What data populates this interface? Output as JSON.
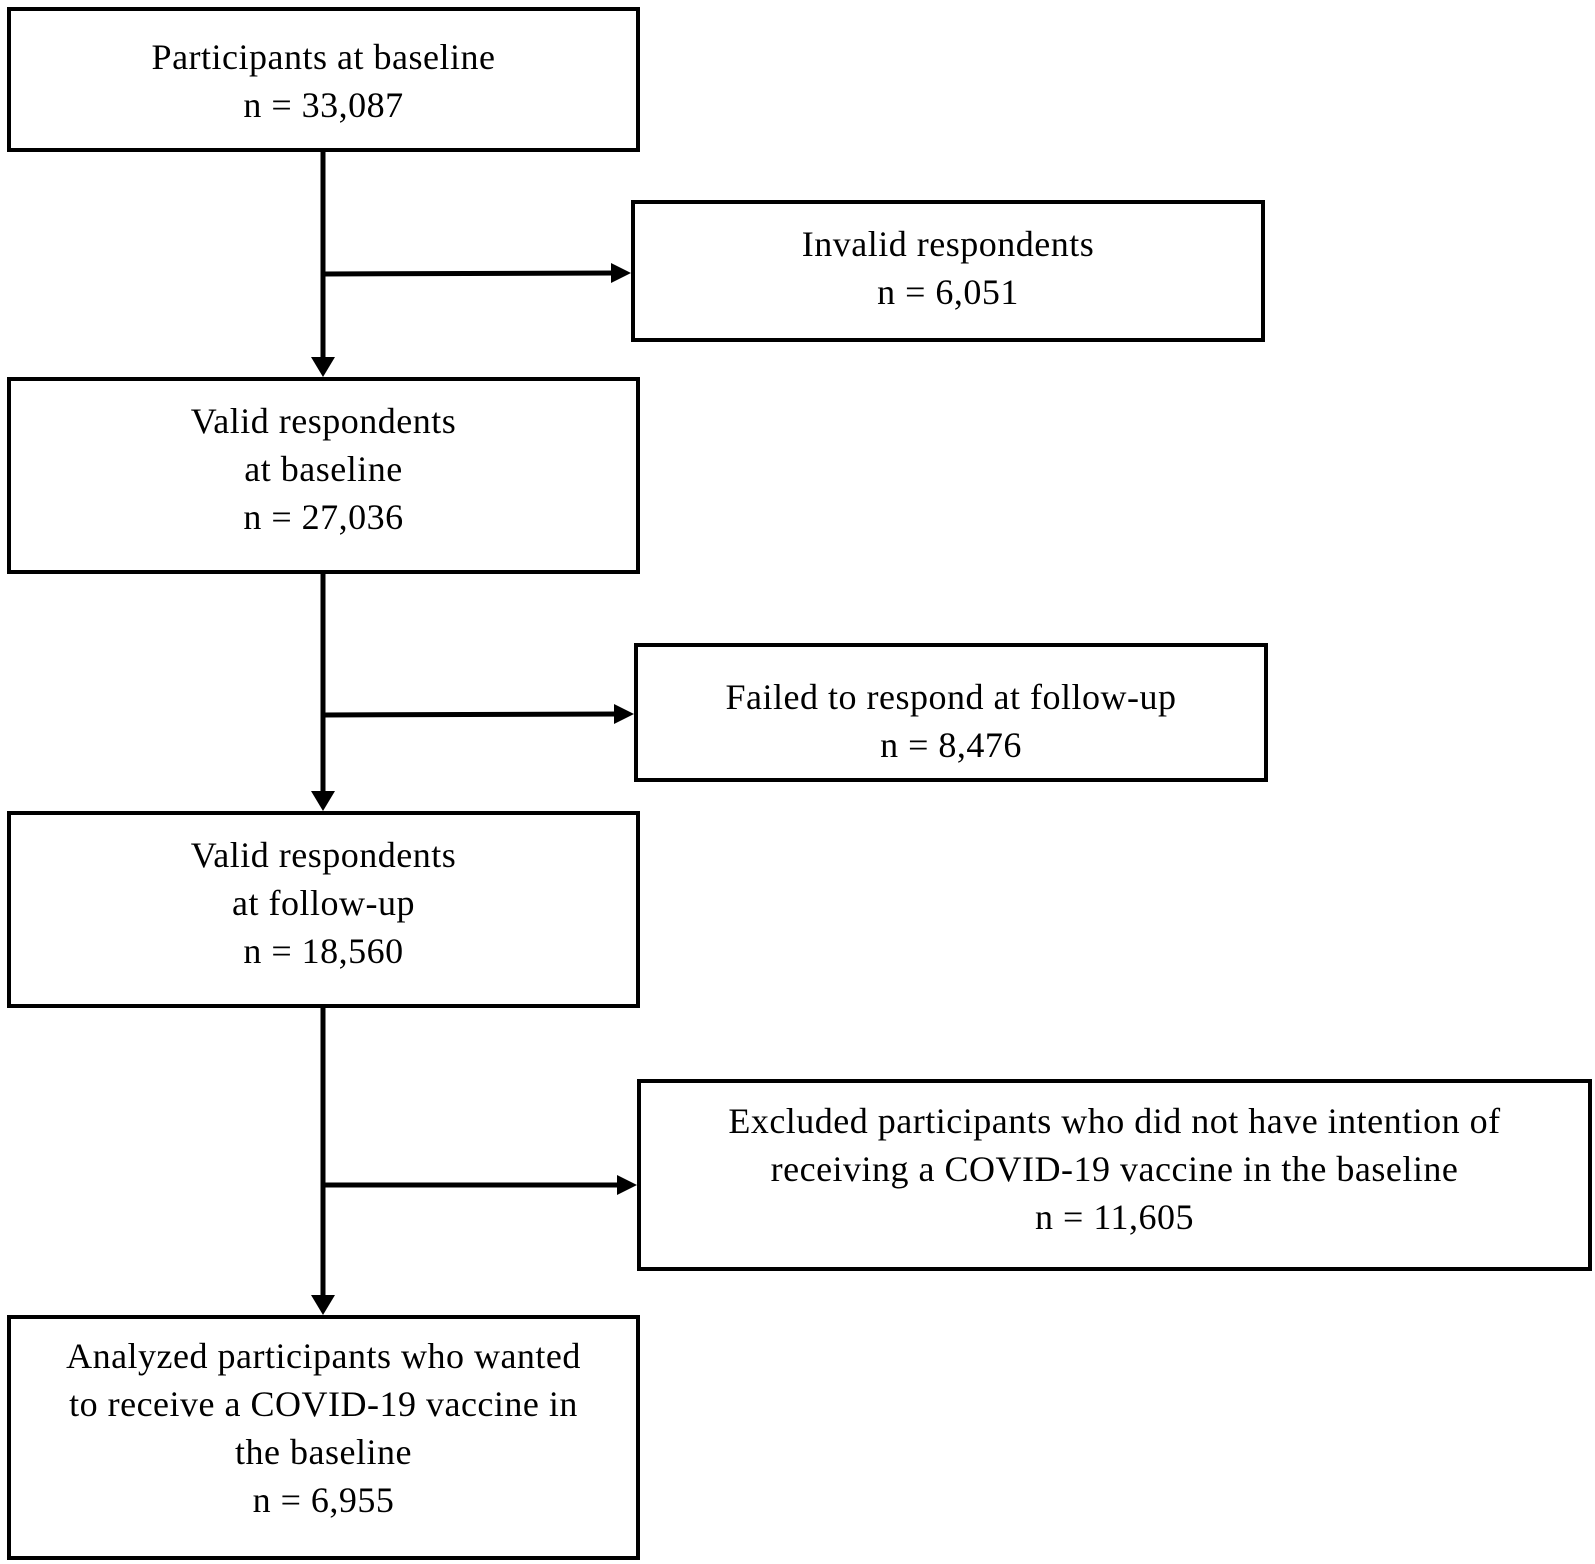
{
  "nodes": {
    "baseline": {
      "lines": [
        "Participants at baseline",
        "n = 33,087"
      ]
    },
    "invalid": {
      "lines": [
        "Invalid respondents",
        "n = 6,051"
      ]
    },
    "valid_baseline": {
      "lines": [
        "Valid respondents",
        "at baseline",
        "n = 27,036"
      ]
    },
    "failed_followup": {
      "lines": [
        "Failed to respond at follow-up",
        "n = 8,476"
      ]
    },
    "valid_followup": {
      "lines": [
        "Valid respondents",
        "at follow-up",
        "n = 18,560"
      ]
    },
    "excluded": {
      "lines": [
        "Excluded participants who did not have intention of",
        "receiving a COVID-19 vaccine in the baseline",
        "n = 11,605"
      ]
    },
    "analyzed": {
      "lines": [
        "Analyzed participants who wanted",
        "to receive a COVID-19 vaccine in",
        "the baseline",
        "n = 6,955"
      ]
    }
  },
  "colors": {
    "stroke": "#000000",
    "background": "#ffffff"
  }
}
